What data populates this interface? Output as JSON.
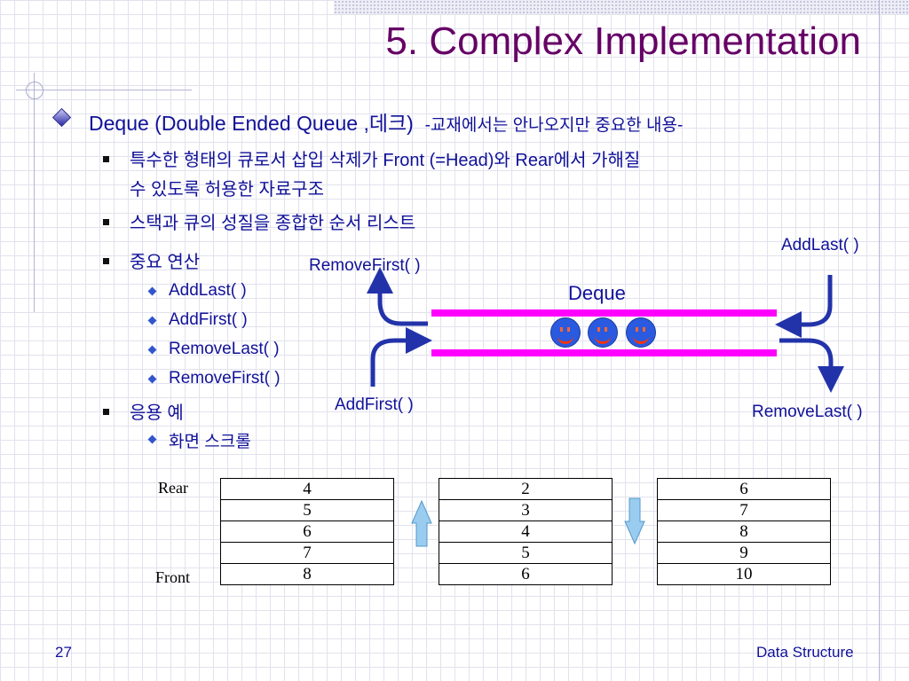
{
  "slide": {
    "title": "5. Complex Implementation",
    "page_number": "27",
    "footer": "Data Structure"
  },
  "content": {
    "heading": "Deque (Double Ended Queue ,데크)",
    "heading_note": "-교재에서는 안나오지만 중요한 내용-",
    "bullets": [
      "특수한 형태의 큐로서 삽입 삭제가 Front (=Head)와 Rear에서 가해질",
      "수 있도록 허용한 자료구조",
      "스택과 큐의 성질을 종합한 순서 리스트",
      "중요 연산",
      "응용 예"
    ],
    "operations": [
      "AddLast( )",
      "AddFirst( )",
      "RemoveLast( )",
      "RemoveFirst( )"
    ],
    "example": "화면 스크롤"
  },
  "diagram": {
    "deque_label": "Deque",
    "remove_first": "RemoveFirst( )",
    "add_last": "AddLast( )",
    "add_first": "AddFirst( )",
    "remove_last": "RemoveLast( )",
    "bar_color": "#ff00ff",
    "ball_color": "#2a5adf",
    "ball_count": 3
  },
  "tables": {
    "rear_label": "Rear",
    "front_label": "Front",
    "table1": [
      "4",
      "5",
      "6",
      "7",
      "8"
    ],
    "table2": [
      "2",
      "3",
      "4",
      "5",
      "6"
    ],
    "table3": [
      "6",
      "7",
      "8",
      "9",
      "10"
    ],
    "up_arrow": "up-arrow-icon",
    "down_arrow": "down-arrow-icon"
  },
  "colors": {
    "title": "#660066",
    "text": "#111199",
    "arrow": "#2233aa",
    "block_arrow": "#99ccee"
  }
}
